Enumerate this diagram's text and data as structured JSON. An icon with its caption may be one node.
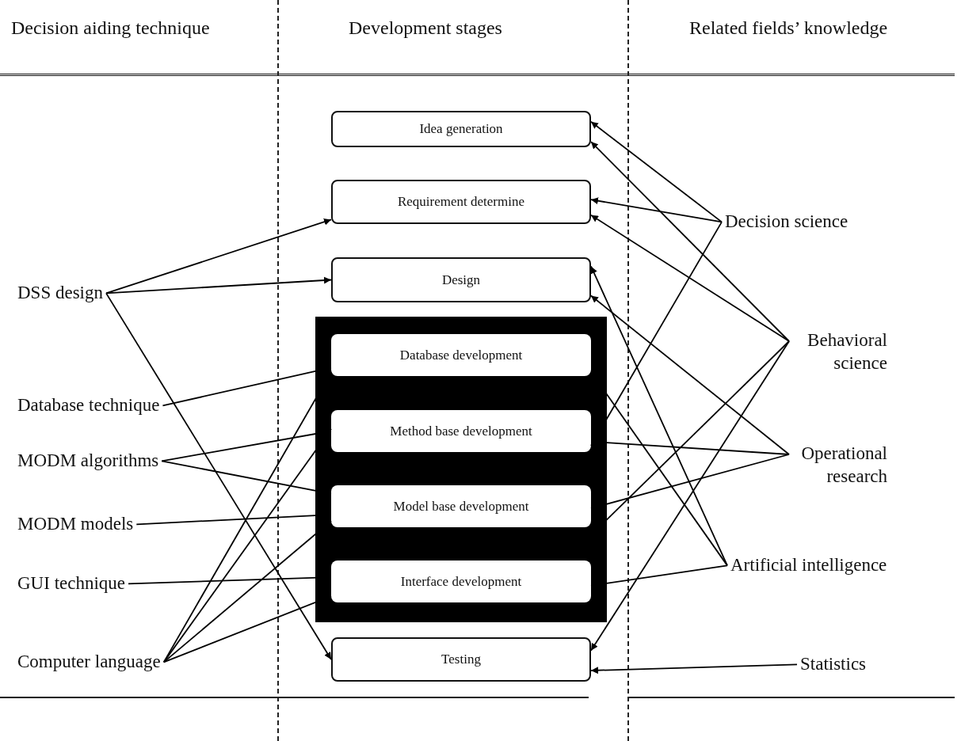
{
  "diagram": {
    "nodes": [
      {
        "text": [
          "Idea generation"
        ]
      },
      {
        "text": [
          "Requirement determine"
        ]
      },
      {
        "text": [
          "Design"
        ]
      },
      {
        "text": [],
        "shape": "box"
      },
      {
        "text": [
          "Database development"
        ],
        "in": 3
      },
      {
        "text": [
          "Method base development"
        ],
        "in": 3
      },
      {
        "text": [
          "Model base development"
        ],
        "in": 3
      },
      {
        "text": [
          "Interface development"
        ],
        "in": 3
      },
      {
        "text": [
          "Testing"
        ]
      },
      {
        "text": [
          "DSS design"
        ]
      },
      {
        "text": [
          "Database technique"
        ]
      },
      {
        "text": [
          "MODM algorithms"
        ]
      },
      {
        "text": [
          "MODM models"
        ]
      },
      {
        "text": [
          "GUI technique"
        ]
      },
      {
        "text": [
          "Computer language"
        ]
      },
      {
        "text": [
          "Decision science"
        ]
      },
      {
        "text": [
          "Behavioral science"
        ]
      },
      {
        "text": [
          "Operational research"
        ]
      },
      {
        "text": [
          "Artificial intelligence"
        ]
      },
      {
        "text": [
          "Statistics"
        ]
      }
    ],
    "edges": [
      {
        "from": 9,
        "to": 1,
        "arrow": "to"
      },
      {
        "from": 9,
        "to": 2,
        "arrow": "to"
      },
      {
        "from": 9,
        "to": 8,
        "arrow": "to"
      },
      {
        "from": 10,
        "to": 4,
        "arrow": "none"
      },
      {
        "from": 11,
        "to": 5,
        "arrow": "none"
      },
      {
        "from": 11,
        "to": 6,
        "arrow": "none"
      },
      {
        "from": 12,
        "to": 6,
        "arrow": "none"
      },
      {
        "from": 13,
        "to": 7,
        "arrow": "none"
      },
      {
        "from": 14,
        "to": 4,
        "arrow": "none"
      },
      {
        "from": 14,
        "to": 5,
        "arrow": "none"
      },
      {
        "from": 14,
        "to": 6,
        "arrow": "none"
      },
      {
        "from": 14,
        "to": 7,
        "arrow": "none"
      },
      {
        "from": 15,
        "to": 0,
        "arrow": "to"
      },
      {
        "from": 15,
        "to": 1,
        "arrow": "to"
      },
      {
        "from": 15,
        "to": 5,
        "arrow": "none"
      },
      {
        "from": 16,
        "to": 0,
        "arrow": "to"
      },
      {
        "from": 16,
        "to": 1,
        "arrow": "to"
      },
      {
        "from": 16,
        "to": 6,
        "arrow": "none"
      },
      {
        "from": 16,
        "to": 8,
        "arrow": "to"
      },
      {
        "from": 17,
        "to": 2,
        "arrow": "to"
      },
      {
        "from": 17,
        "to": 5,
        "arrow": "none"
      },
      {
        "from": 17,
        "to": 6,
        "arrow": "none"
      },
      {
        "from": 18,
        "to": 2,
        "arrow": "to"
      },
      {
        "from": 18,
        "to": 4,
        "arrow": "none"
      },
      {
        "from": 18,
        "to": 7,
        "arrow": "none"
      },
      {
        "from": 19,
        "to": 8,
        "arrow": "to"
      }
    ],
    "labels": [
      "Decision aiding technique",
      "Development stages",
      "Related fields’ knowledge"
    ]
  }
}
